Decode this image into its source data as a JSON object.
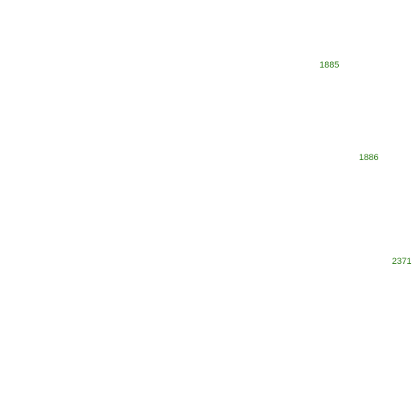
{
  "labels": [
    {
      "text": "1885"
    },
    {
      "text": "1886"
    },
    {
      "text": "2371"
    }
  ],
  "colors": {
    "label_text": "#2e7d1a",
    "background": "#ffffff"
  }
}
